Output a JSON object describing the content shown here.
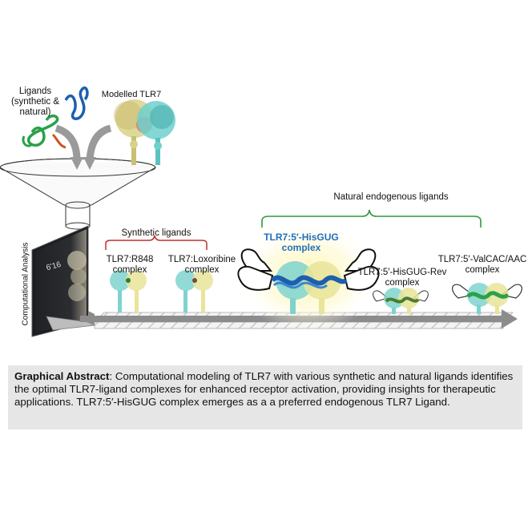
{
  "labels": {
    "ligands": "Ligands\n(synthetic &\nnatural)",
    "modelled_tlr7": "Modelled TLR7",
    "computational_analysis": "Computational Analysis",
    "synthetic_ligands": "Synthetic ligands",
    "natural_ligands": "Natural endogenous ligands",
    "screen_text": "6'16"
  },
  "complexes": [
    {
      "label": "TLR7:R848\ncomplex"
    },
    {
      "label": "TLR7:Loxoribine\ncomplex"
    },
    {
      "label": "TLR7:5′-HisGUG\ncomplex",
      "highlight": true
    },
    {
      "label": "TLR7:5′-HisGUG-Rev\ncomplex"
    },
    {
      "label": "TLR7:5′-ValCAC/AAC\ncomplex"
    }
  ],
  "caption": {
    "title": "Graphical Abstract",
    "body": ": Computational modeling of TLR7 with various synthetic and natural ligands identifies the optimal TLR7-ligand complexes for enhanced receptor activation, providing insights for therapeutic applications. TLR7:5′-HisGUG complex emerges as a a preferred endogenous TLR7 Ligand."
  },
  "colors": {
    "synthetic_bracket": "#c0302a",
    "natural_bracket": "#2e9a3a",
    "highlight_text": "#1f6fbf",
    "ribbon_green": "#2aa14a",
    "ribbon_blue": "#1d5fae",
    "ribbon_orange": "#c9561f",
    "protein_cyan": "#7fd3cf",
    "protein_yellow": "#e8e49a",
    "arrow_gray": "#8c8c8c",
    "caption_bg": "#e6e6e6"
  }
}
